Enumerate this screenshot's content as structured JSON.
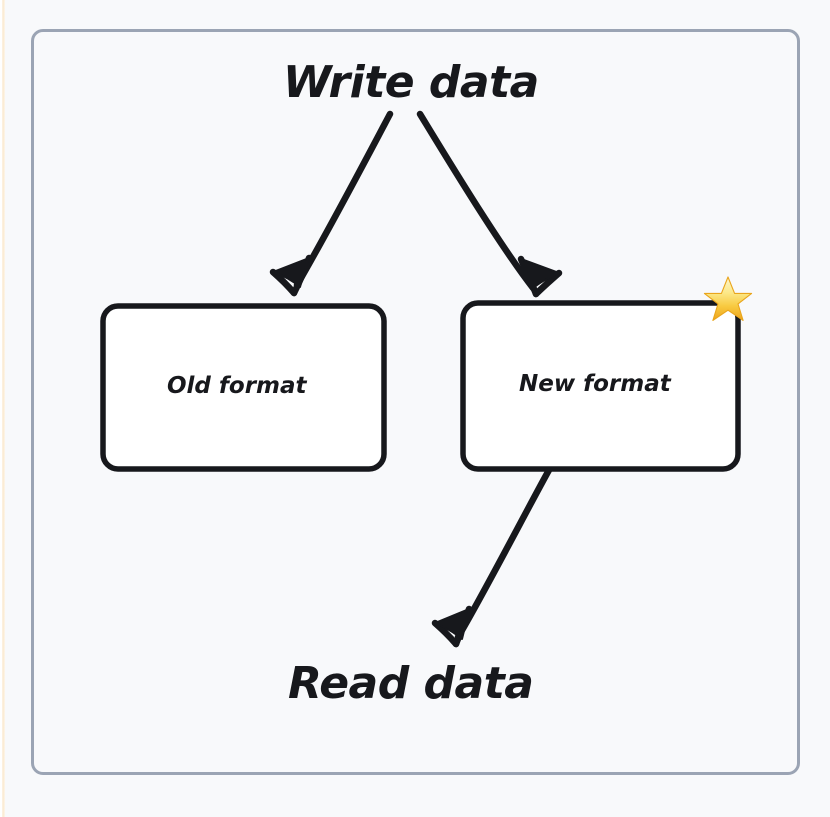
{
  "diagram": {
    "title": "Write data / Read data format migration",
    "background_color": "#f8f9fb",
    "frame_border_color": "#9ba4b4",
    "ink_color": "#17181c",
    "nodes": [
      {
        "id": "write-data",
        "label": "Write data",
        "type": "text-node"
      },
      {
        "id": "old-format",
        "label": "Old format",
        "type": "box"
      },
      {
        "id": "new-format",
        "label": "New format",
        "type": "box",
        "badge": "star-emoji"
      },
      {
        "id": "read-data",
        "label": "Read data",
        "type": "text-node"
      }
    ],
    "edges": [
      {
        "id": "write-to-old",
        "from": "write-data",
        "to": "old-format",
        "label": ""
      },
      {
        "id": "write-to-new",
        "from": "write-data",
        "to": "new-format",
        "label": ""
      },
      {
        "id": "new-to-read",
        "from": "new-format",
        "to": "read-data",
        "label": ""
      }
    ],
    "badge": {
      "name": "star-emoji",
      "glyph": "⭐",
      "color_top": "#fdf3c4",
      "color_mid": "#fcd661",
      "color_bottom": "#f0a71e"
    }
  }
}
